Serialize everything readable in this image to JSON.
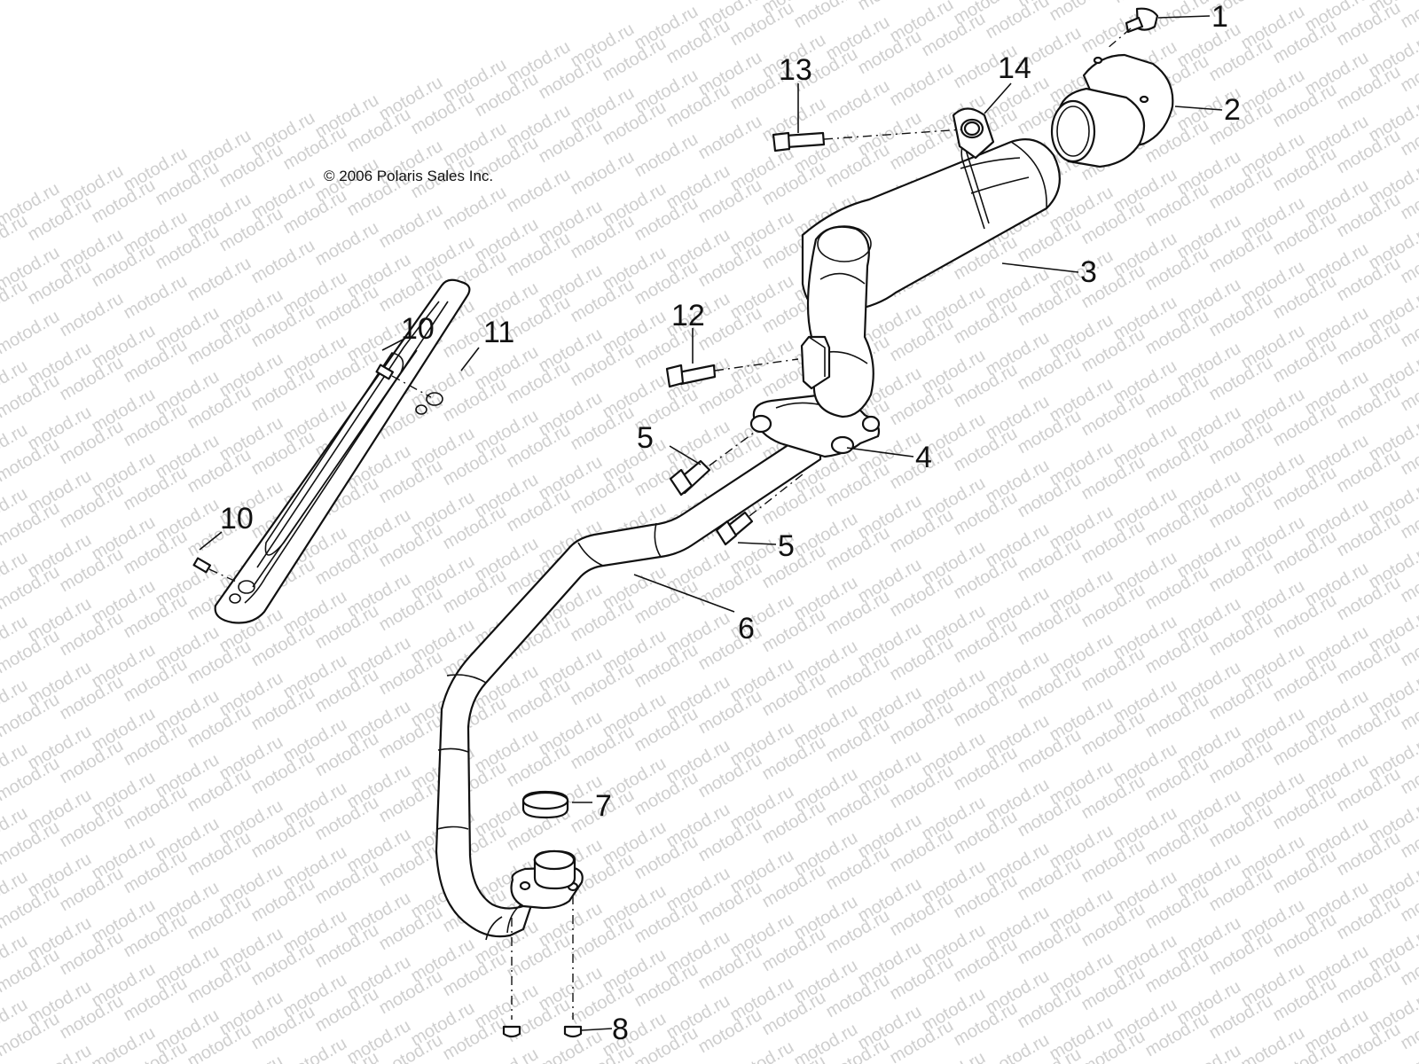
{
  "copyright": "© 2006 Polaris Sales Inc.",
  "watermark": "motod.ru",
  "callouts": {
    "c1": "1",
    "c2": "2",
    "c3": "3",
    "c4": "4",
    "c5a": "5",
    "c5b": "5",
    "c6": "6",
    "c7": "7",
    "c8": "8",
    "c10a": "10",
    "c10b": "10",
    "c11": "11",
    "c12": "12",
    "c13": "13",
    "c14": "14"
  }
}
